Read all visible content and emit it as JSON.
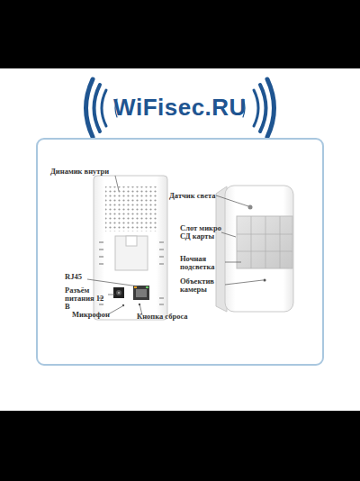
{
  "diagram": {
    "labels": [
      "WiFisec.RU",
      "Динамик внутри",
      "Датчик света",
      "Слот микро СД карты",
      "Ночная подсветка",
      "Объектив камеры",
      "RJ45",
      "Разъём питания 12 В",
      "Микрофон",
      "Кнопка сброса"
    ]
  }
}
